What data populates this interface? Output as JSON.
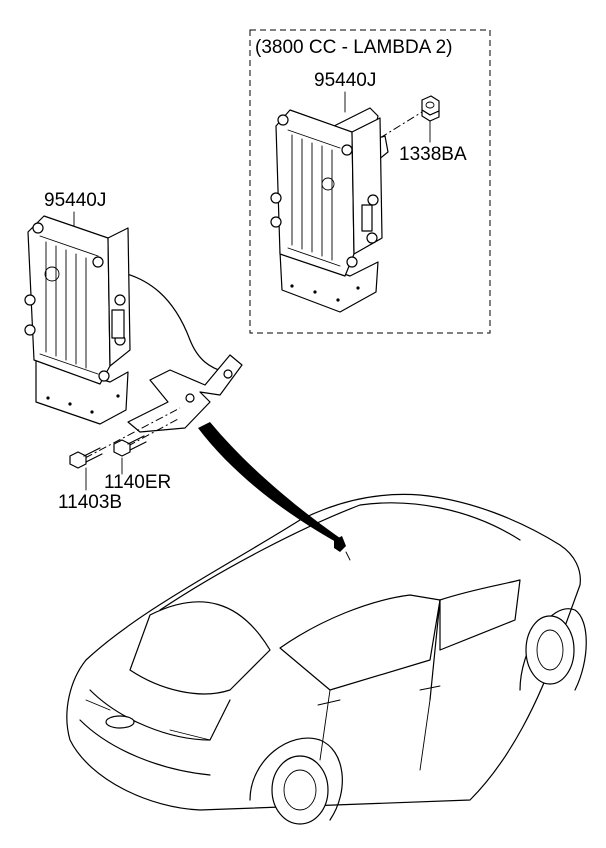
{
  "inset": {
    "title": "(3800 CC - LAMBDA 2)",
    "module_part": "95440J",
    "nut_part": "1338BA"
  },
  "main": {
    "module_part": "95440J",
    "bolt_a_part": "1140ER",
    "bolt_b_part": "11403B"
  },
  "vehicle": {
    "icon": "sedan-car-icon"
  }
}
